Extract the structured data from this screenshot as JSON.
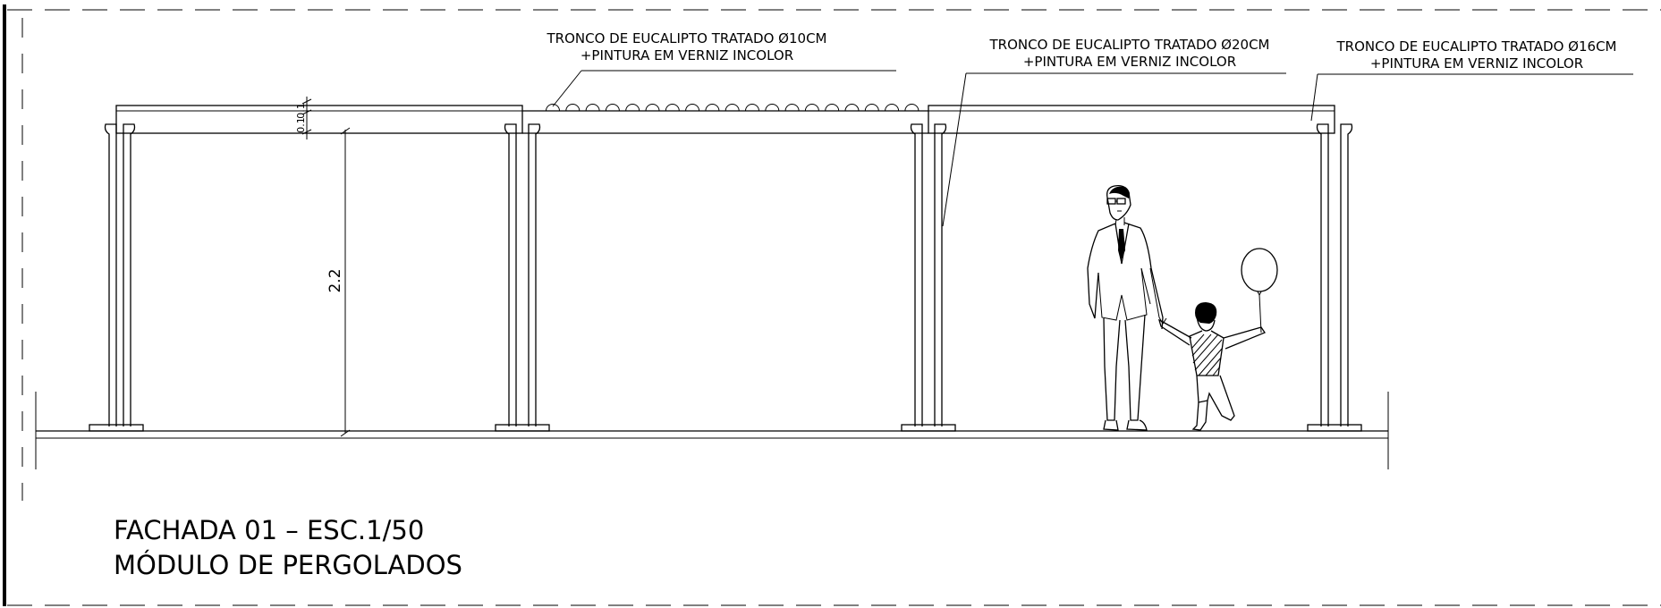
{
  "title": {
    "line1": "FACHADA 01 – ESC.1/50",
    "line2": "MÓDULO DE PERGOLADOS"
  },
  "callouts": {
    "log10": {
      "line1": "TRONCO DE EUCALIPTO TRATADO Ø10CM",
      "line2": "+PINTURA EM VERNIZ INCOLOR"
    },
    "log20": {
      "line1": "TRONCO DE EUCALIPTO TRATADO Ø20CM",
      "line2": "+PINTURA EM VERNIZ INCOLOR"
    },
    "log16": {
      "line1": "TRONCO DE EUCALIPTO TRATADO Ø16CM",
      "line2": "+PINTURA EM VERNIZ INCOLOR"
    }
  },
  "dimensions": {
    "column_height": "2.2",
    "beam_top": "0.1",
    "beam_bottom": "0.1"
  },
  "colors": {
    "line": "#000000",
    "background": "#ffffff"
  }
}
